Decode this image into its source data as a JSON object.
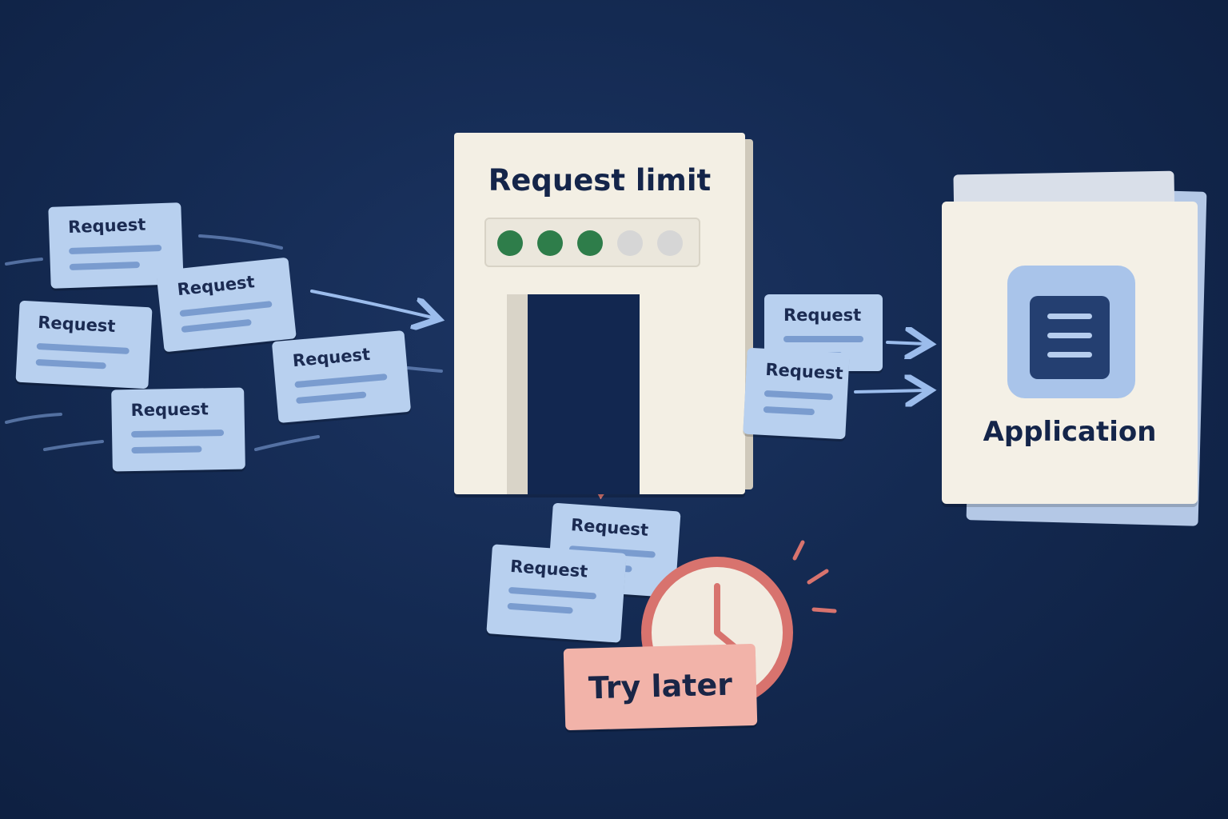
{
  "colors": {
    "background": "#142a52",
    "card": "#b8d0ef",
    "gate": "#f3efe4",
    "meter_active": "#2e7d4a",
    "meter_inactive": "#d6d6d6",
    "reject": "#d8736e",
    "try_later_badge": "#f2b3a9"
  },
  "incoming": {
    "requests": [
      {
        "label": "Request"
      },
      {
        "label": "Request"
      },
      {
        "label": "Request"
      },
      {
        "label": "Request"
      },
      {
        "label": "Request"
      }
    ]
  },
  "gate": {
    "title": "Request limit",
    "meter": {
      "filled": 3,
      "capacity": 5
    }
  },
  "passed": {
    "requests": [
      {
        "label": "Request"
      },
      {
        "label": "Request"
      }
    ]
  },
  "application": {
    "label": "Application",
    "icon": "list-icon"
  },
  "rejected": {
    "requests": [
      {
        "label": "Request"
      },
      {
        "label": "Request"
      }
    ],
    "badge": "Try later",
    "icon": "clock-icon"
  }
}
